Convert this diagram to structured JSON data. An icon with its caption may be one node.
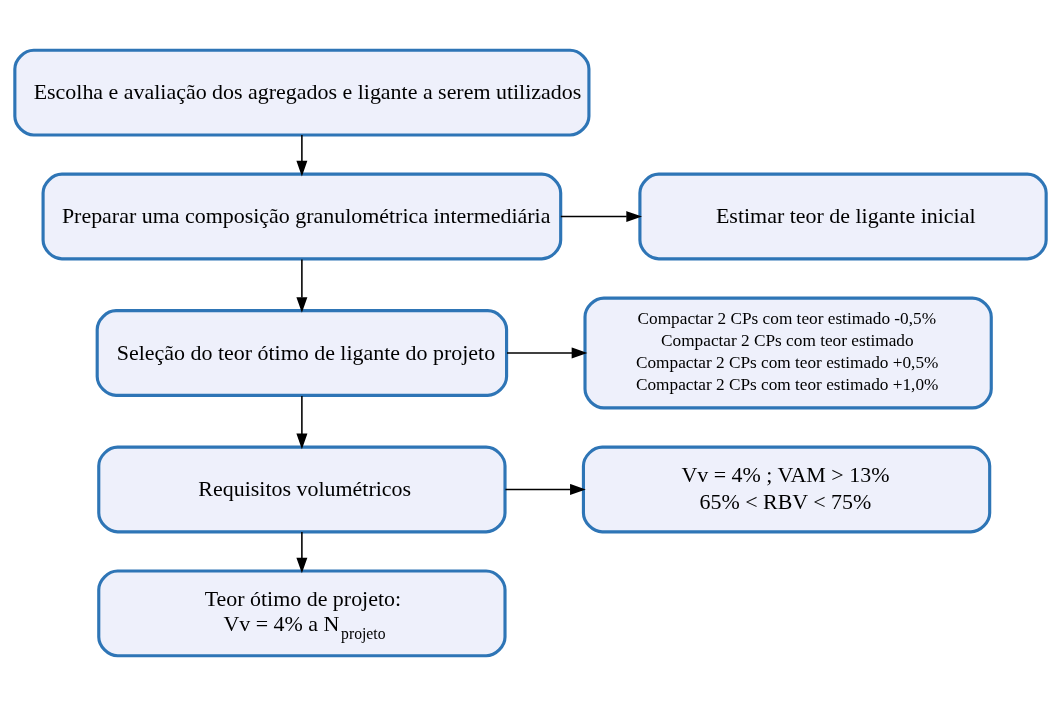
{
  "diagram": {
    "nodes": [
      {
        "text": [
          "Escolha e avaliação dos agregados e ligante a serem utilizados"
        ]
      },
      {
        "text": [
          "Preparar uma composição granulométrica intermediária"
        ]
      },
      {
        "text": [
          "Estimar teor de ligante inicial"
        ]
      },
      {
        "text": [
          "Seleção do teor ótimo de ligante do projeto"
        ]
      },
      {
        "text": [
          "Compactar 2 CPs com teor estimado -0,5%",
          "Compactar 2 CPs com teor estimado",
          "Compactar 2 CPs com teor estimado +0,5%",
          "Compactar 2 CPs com teor estimado +1,0%"
        ]
      },
      {
        "text": [
          "Requisitos volumétricos"
        ]
      },
      {
        "text": [
          "Vv = 4% ; VAM > 13%",
          "65% < RBV < 75%"
        ]
      },
      {
        "text": [
          "Teor ótimo de projeto:",
          "Vv = 4% a N$_{projeto}$"
        ]
      }
    ],
    "edges": [
      {
        "from": 0,
        "to": 1,
        "arrow": "to"
      },
      {
        "from": 1,
        "to": 2,
        "arrow": "to"
      },
      {
        "from": 1,
        "to": 3,
        "arrow": "to"
      },
      {
        "from": 3,
        "to": 4,
        "arrow": "to"
      },
      {
        "from": 3,
        "to": 5,
        "arrow": "to"
      },
      {
        "from": 5,
        "to": 6,
        "arrow": "to"
      },
      {
        "from": 5,
        "to": 7,
        "arrow": "to"
      }
    ]
  }
}
